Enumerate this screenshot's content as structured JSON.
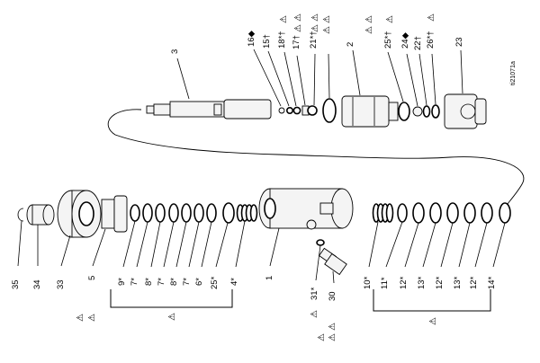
{
  "figure_ref": "ti21071a",
  "warning_symbol": "⚠",
  "labels": {
    "p1": "1",
    "p2": "2",
    "p3": "3",
    "p4": "4*",
    "p5": "5",
    "p6": "6*",
    "p7a": "7*",
    "p7b": "7*",
    "p7c": "7*",
    "p8a": "8*",
    "p8b": "8*",
    "p9": "9*",
    "p10": "10*",
    "p11": "11*",
    "p12a": "12*",
    "p12b": "12*",
    "p12c": "12*",
    "p13a": "13*",
    "p13b": "13*",
    "p14": "14*",
    "p15": "15†",
    "p16": "16◆",
    "p17": "17†",
    "p18": "18*†",
    "p21": "21*†",
    "p22": "22†",
    "p23": "23",
    "p24": "24◆",
    "p25a": "25*†",
    "p25b": "25*",
    "p26": "26*†",
    "p30": "30",
    "p31": "31*",
    "p33": "33",
    "p34": "34",
    "p35": "35"
  }
}
